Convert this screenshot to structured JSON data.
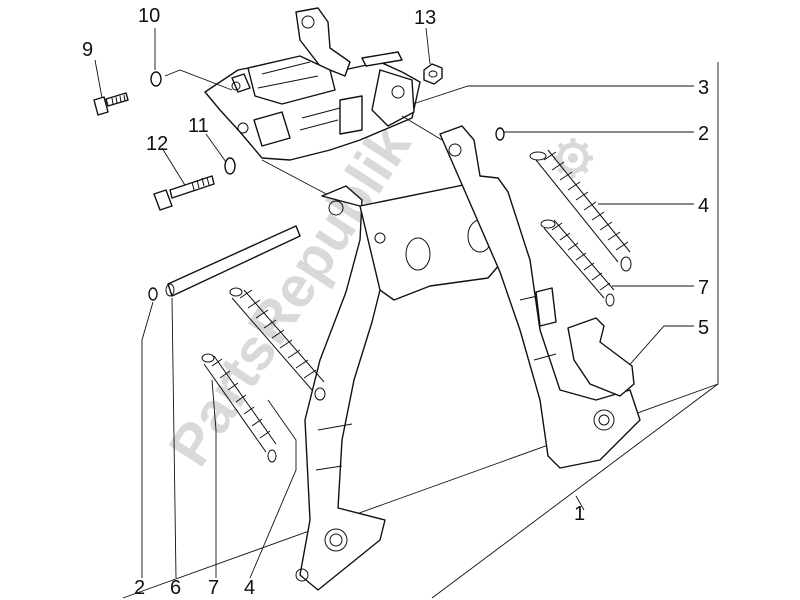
{
  "diagram": {
    "watermark": "PartsRepublik",
    "callouts": [
      {
        "id": "c9",
        "text": "9"
      },
      {
        "id": "c10",
        "text": "10"
      },
      {
        "id": "c13",
        "text": "13"
      },
      {
        "id": "c3",
        "text": "3"
      },
      {
        "id": "c12",
        "text": "12"
      },
      {
        "id": "c11",
        "text": "11"
      },
      {
        "id": "c2a",
        "text": "2"
      },
      {
        "id": "c4a",
        "text": "4"
      },
      {
        "id": "c7a",
        "text": "7"
      },
      {
        "id": "c5",
        "text": "5"
      },
      {
        "id": "c1",
        "text": "1"
      },
      {
        "id": "c2b",
        "text": "2"
      },
      {
        "id": "c6",
        "text": "6"
      },
      {
        "id": "c7b",
        "text": "7"
      },
      {
        "id": "c4b",
        "text": "4"
      }
    ]
  },
  "colors": {
    "line": "#111111",
    "watermark": "#d9d9d9",
    "background": "#ffffff"
  }
}
